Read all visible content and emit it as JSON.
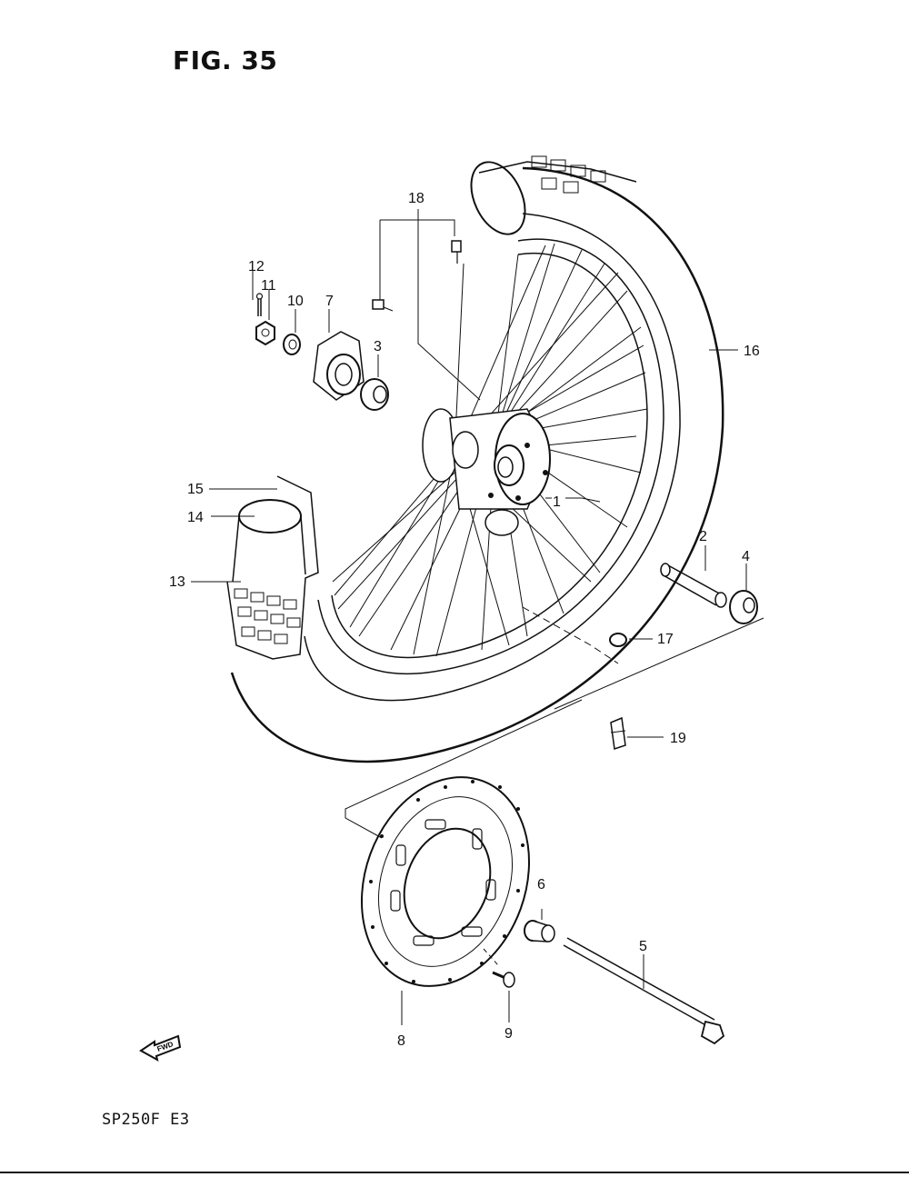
{
  "figure": {
    "title": "FIG. 35",
    "model_code": "SP250F  E3"
  },
  "fwd_label": "FWD",
  "callouts": [
    {
      "id": "c1",
      "number": "1"
    },
    {
      "id": "c2",
      "number": "2"
    },
    {
      "id": "c3",
      "number": "3"
    },
    {
      "id": "c4",
      "number": "4"
    },
    {
      "id": "c5",
      "number": "5"
    },
    {
      "id": "c6",
      "number": "6"
    },
    {
      "id": "c7",
      "number": "7"
    },
    {
      "id": "c8",
      "number": "8"
    },
    {
      "id": "c9",
      "number": "9"
    },
    {
      "id": "c10",
      "number": "10"
    },
    {
      "id": "c11",
      "number": "11"
    },
    {
      "id": "c12",
      "number": "12"
    },
    {
      "id": "c13",
      "number": "13"
    },
    {
      "id": "c14",
      "number": "14"
    },
    {
      "id": "c15",
      "number": "15"
    },
    {
      "id": "c16",
      "number": "16"
    },
    {
      "id": "c17",
      "number": "17"
    },
    {
      "id": "c18",
      "number": "18"
    },
    {
      "id": "c19",
      "number": "19"
    }
  ]
}
